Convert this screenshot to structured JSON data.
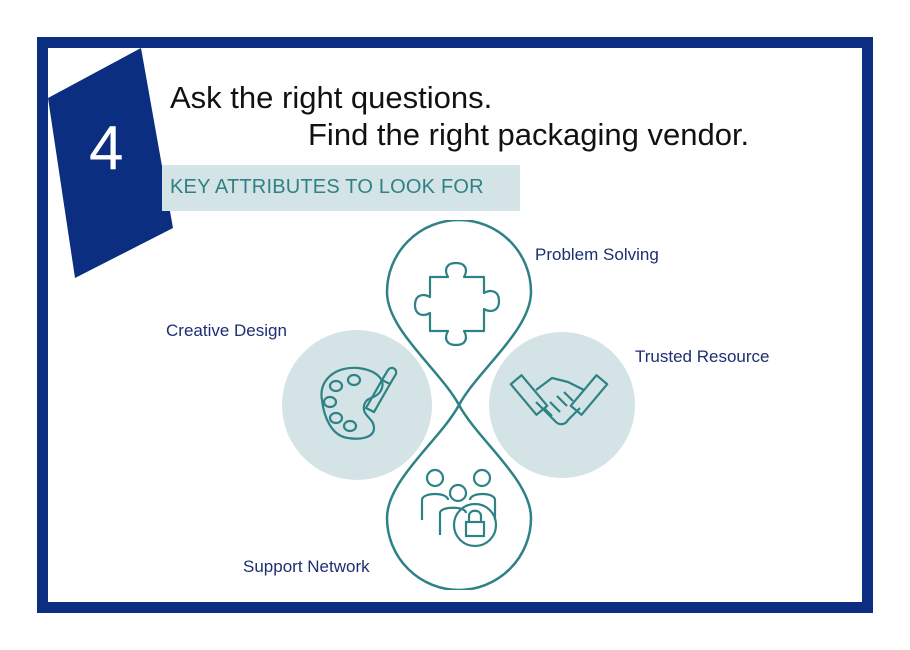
{
  "header": {
    "step_number": "4",
    "title_line1": "Ask the right questions.",
    "title_line2": "Find the right packaging vendor.",
    "subtitle": "KEY ATTRIBUTES TO LOOK FOR"
  },
  "attributes": [
    {
      "label": "Problem Solving",
      "icon": "puzzle-piece-icon"
    },
    {
      "label": "Trusted Resource",
      "icon": "handshake-icon"
    },
    {
      "label": "Support Network",
      "icon": "people-lock-icon"
    },
    {
      "label": "Creative Design",
      "icon": "palette-brush-icon"
    }
  ],
  "colors": {
    "navy": "#0b2e80",
    "teal": "#2e8286",
    "light_teal": "#d3e3e6",
    "label_text": "#1b2f72"
  }
}
